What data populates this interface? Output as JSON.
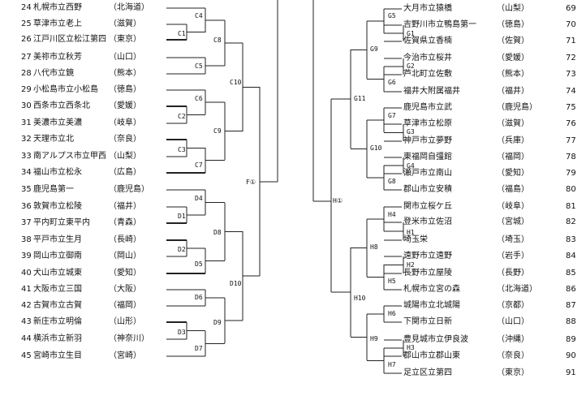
{
  "left_teams": [
    {
      "no": "24",
      "team": "札幌市立西野",
      "pref": "（北海道）"
    },
    {
      "no": "25",
      "team": "草津市立老上",
      "pref": "（滋賀）"
    },
    {
      "no": "26",
      "team": "江戸川区立松江第四",
      "pref": "（東京）"
    },
    {
      "no": "27",
      "team": "美祢市立秋芳",
      "pref": "（山口）"
    },
    {
      "no": "28",
      "team": "八代市立鏡",
      "pref": "（熊本）"
    },
    {
      "no": "29",
      "team": "小松島市立小松島",
      "pref": "（徳島）"
    },
    {
      "no": "30",
      "team": "西条市立西条北",
      "pref": "（愛媛）"
    },
    {
      "no": "31",
      "team": "美濃市立美濃",
      "pref": "（岐阜）"
    },
    {
      "no": "32",
      "team": "天理市立北",
      "pref": "（奈良）"
    },
    {
      "no": "33",
      "team": "南アルプス市立甲西",
      "pref": "（山梨）"
    },
    {
      "no": "34",
      "team": "福山市立松永",
      "pref": "（広島）"
    },
    {
      "no": "35",
      "team": "鹿児島第一",
      "pref": "（鹿児島）"
    },
    {
      "no": "36",
      "team": "敦賀市立松陵",
      "pref": "（福井）"
    },
    {
      "no": "37",
      "team": "平内町立東平内",
      "pref": "（青森）"
    },
    {
      "no": "38",
      "team": "平戸市立生月",
      "pref": "（長崎）"
    },
    {
      "no": "39",
      "team": "岡山市立御南",
      "pref": "（岡山）"
    },
    {
      "no": "40",
      "team": "犬山市立城東",
      "pref": "（愛知）"
    },
    {
      "no": "41",
      "team": "大阪市立三国",
      "pref": "（大阪）"
    },
    {
      "no": "42",
      "team": "古賀市立古賀",
      "pref": "（福岡）"
    },
    {
      "no": "43",
      "team": "新庄市立明倫",
      "pref": "（山形）"
    },
    {
      "no": "44",
      "team": "横浜市立新羽",
      "pref": "（神奈川）"
    },
    {
      "no": "45",
      "team": "宮崎市立生目",
      "pref": "（宮崎）"
    }
  ],
  "right_teams": [
    {
      "team": "大月市立猿橋",
      "pref": "（山梨）",
      "no": "69"
    },
    {
      "team": "吉野川市立鴨島第一",
      "pref": "（徳島）",
      "no": "70"
    },
    {
      "team": "佐賀県立香楠",
      "pref": "（佐賀）",
      "no": "71"
    },
    {
      "team": "今治市立桜井",
      "pref": "（愛媛）",
      "no": "72"
    },
    {
      "team": "芦北町立佐敷",
      "pref": "（熊本）",
      "no": "73"
    },
    {
      "team": "福井大附属福井",
      "pref": "（福井）",
      "no": "74"
    },
    {
      "team": "鹿児島市立武",
      "pref": "（鹿児島）",
      "no": "75"
    },
    {
      "team": "草津市立松原",
      "pref": "（滋賀）",
      "no": "76"
    },
    {
      "team": "神戸市立夢野",
      "pref": "（兵庫）",
      "no": "77"
    },
    {
      "team": "東福岡自彊館",
      "pref": "（福岡）",
      "no": "78"
    },
    {
      "team": "瀬戸市立南山",
      "pref": "（愛知）",
      "no": "79"
    },
    {
      "team": "郡山市立安積",
      "pref": "（福島）",
      "no": "80"
    },
    {
      "team": "関市立桜ケ丘",
      "pref": "（岐阜）",
      "no": "81"
    },
    {
      "team": "登米市立佐沼",
      "pref": "（宮城）",
      "no": "82"
    },
    {
      "team": "埼玉栄",
      "pref": "（埼玉）",
      "no": "83"
    },
    {
      "team": "遠野市立遠野",
      "pref": "（岩手）",
      "no": "84"
    },
    {
      "team": "長野市立屋陵",
      "pref": "（長野）",
      "no": "85"
    },
    {
      "team": "札幌市立宮の森",
      "pref": "（北海道）",
      "no": "86"
    },
    {
      "team": "城陽市立北城陽",
      "pref": "（京都）",
      "no": "87"
    },
    {
      "team": "下関市立日新",
      "pref": "（山口）",
      "no": "88"
    },
    {
      "team": "豊見城市立伊良波",
      "pref": "（沖縄）",
      "no": "89"
    },
    {
      "team": "郡山市立郡山東",
      "pref": "（奈良）",
      "no": "90"
    },
    {
      "team": "足立区立第四",
      "pref": "（東京）",
      "no": "91"
    }
  ],
  "match_labels": {
    "C1": "C1",
    "C2": "C2",
    "C3": "C3",
    "C4": "C4",
    "C5": "C5",
    "C6": "C6",
    "C7": "C7",
    "C8": "C8",
    "C9": "C9",
    "C10": "C10",
    "D1": "D1",
    "D2": "D2",
    "D3": "D3",
    "D4": "D4",
    "D5": "D5",
    "D6": "D6",
    "D7": "D7",
    "D8": "D8",
    "D9": "D9",
    "D10": "D10",
    "G1": "G1",
    "G2": "G2",
    "G3": "G3",
    "G4": "G4",
    "G5": "G5",
    "G6": "G6",
    "G7": "G7",
    "G8": "G8",
    "G9": "G9",
    "G10": "G10",
    "G11": "G11",
    "H1": "H1",
    "H2": "H2",
    "H3": "H3",
    "H4": "H4",
    "H5": "H5",
    "H6": "H6",
    "H7": "H7",
    "H8": "H8",
    "H9": "H9",
    "H10": "H10",
    "F": "F①",
    "H": "H①"
  }
}
